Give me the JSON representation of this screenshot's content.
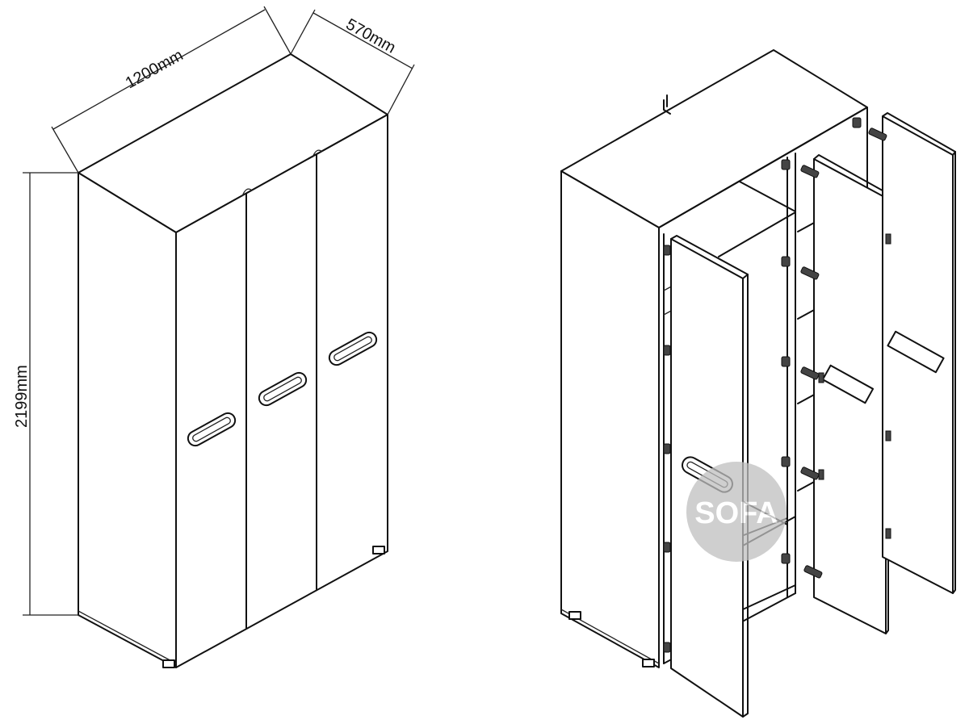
{
  "dimensions": {
    "width": "1200mm",
    "depth": "570mm",
    "height": "2199mm"
  },
  "watermark": {
    "text": "SOFA"
  }
}
